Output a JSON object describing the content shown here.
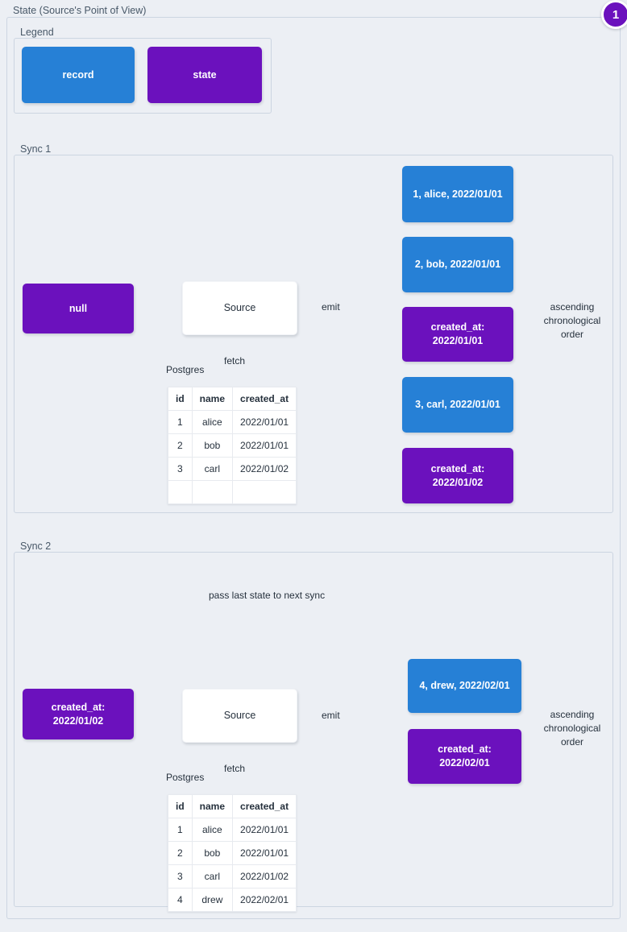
{
  "outer": {
    "label": "State (Source's Point of View)"
  },
  "badge": {
    "number": "1"
  },
  "legend": {
    "label": "Legend",
    "record_label": "record",
    "state_label": "state",
    "record_color": "#2680d6",
    "state_color": "#6b11bd"
  },
  "sync1": {
    "label": "Sync 1",
    "state_in": "null",
    "source": "Source",
    "emit_label": "emit",
    "fetch_label": "fetch",
    "db_caption": "Postgres",
    "order_label": "ascending\nchronological\norder",
    "table": {
      "headers": [
        "id",
        "name",
        "created_at"
      ],
      "rows": [
        [
          "1",
          "alice",
          "2022/01/01"
        ],
        [
          "2",
          "bob",
          "2022/01/01"
        ],
        [
          "3",
          "carl",
          "2022/01/02"
        ],
        [
          "",
          "",
          ""
        ]
      ]
    },
    "emitted": [
      {
        "kind": "record",
        "text": "1, alice, 2022/01/01"
      },
      {
        "kind": "record",
        "text": "2, bob, 2022/01/01"
      },
      {
        "kind": "state",
        "text": "created_at:\n2022/01/01"
      },
      {
        "kind": "record",
        "text": "3, carl, 2022/01/01"
      },
      {
        "kind": "state",
        "text": "created_at:\n2022/01/02"
      }
    ]
  },
  "sync2": {
    "label": "Sync 2",
    "state_in": "created_at:\n2022/01/02",
    "source": "Source",
    "emit_label": "emit",
    "fetch_label": "fetch",
    "db_caption": "Postgres",
    "order_label": "ascending\nchronological\norder",
    "pass_label": "pass last state to next sync",
    "table": {
      "headers": [
        "id",
        "name",
        "created_at"
      ],
      "rows": [
        [
          "1",
          "alice",
          "2022/01/01"
        ],
        [
          "2",
          "bob",
          "2022/01/01"
        ],
        [
          "3",
          "carl",
          "2022/01/02"
        ],
        [
          "4",
          "drew",
          "2022/02/01"
        ]
      ]
    },
    "emitted": [
      {
        "kind": "record",
        "text": "4, drew, 2022/02/01"
      },
      {
        "kind": "state",
        "text": "created_at:\n2022/02/01"
      }
    ]
  },
  "colors": {
    "background": "#eceff4",
    "frame_border": "#ccd5e1",
    "connector": "#69788a",
    "text": "#26313d",
    "label_text": "#485868"
  }
}
